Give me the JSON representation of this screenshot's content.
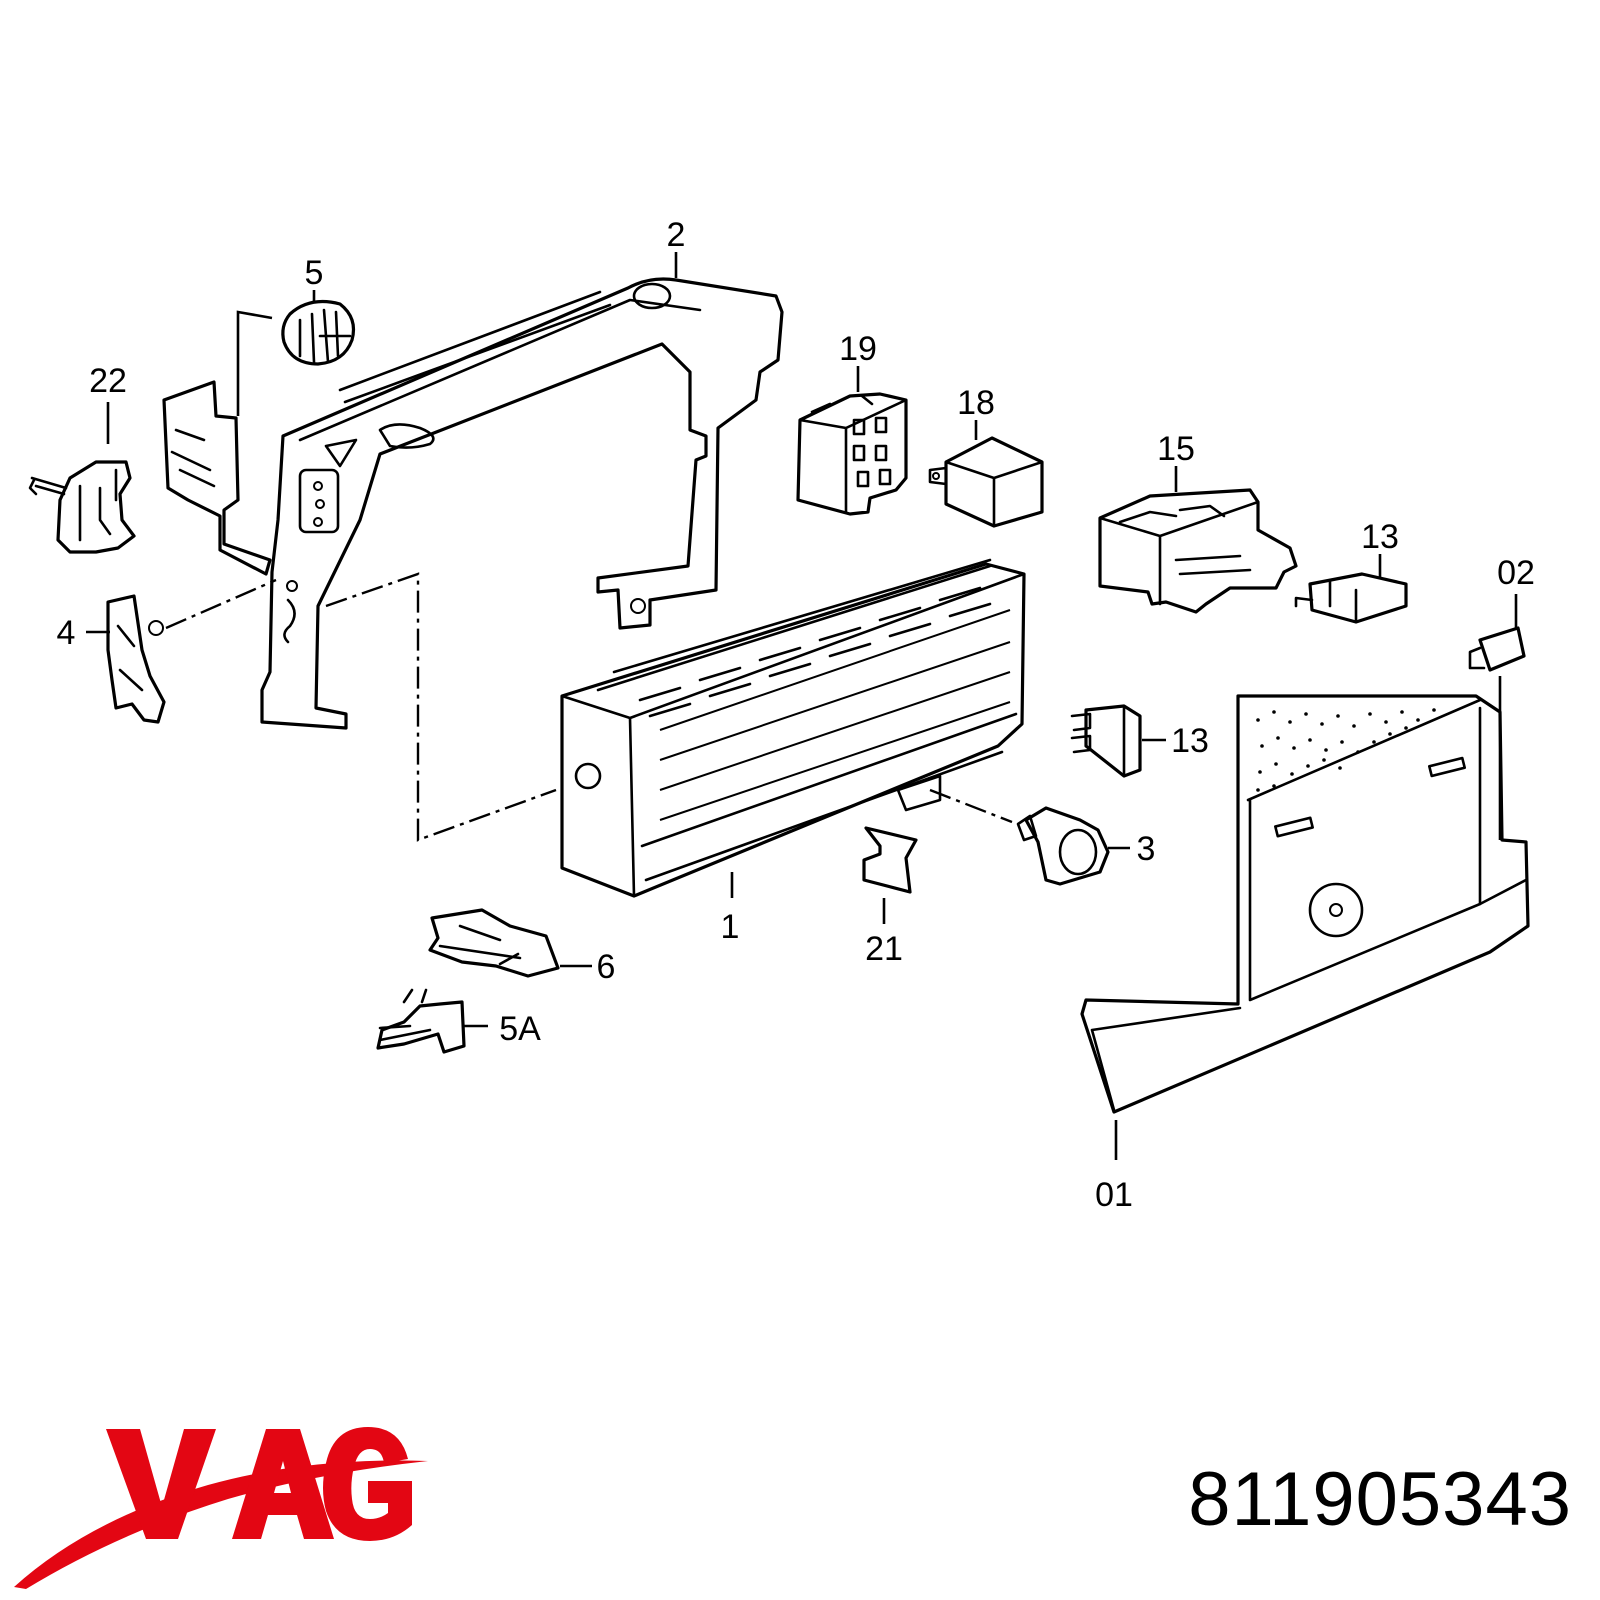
{
  "diagram": {
    "callouts": [
      {
        "id": "c1",
        "text": "1"
      },
      {
        "id": "c2",
        "text": "2"
      },
      {
        "id": "c3",
        "text": "3"
      },
      {
        "id": "c4",
        "text": "4"
      },
      {
        "id": "c5",
        "text": "5"
      },
      {
        "id": "c5a",
        "text": "5A"
      },
      {
        "id": "c6",
        "text": "6"
      },
      {
        "id": "c13a",
        "text": "13"
      },
      {
        "id": "c13b",
        "text": "13"
      },
      {
        "id": "c15",
        "text": "15"
      },
      {
        "id": "c18",
        "text": "18"
      },
      {
        "id": "c19",
        "text": "19"
      },
      {
        "id": "c21",
        "text": "21"
      },
      {
        "id": "c22",
        "text": "22"
      },
      {
        "id": "c01",
        "text": "01"
      },
      {
        "id": "c02",
        "text": "02"
      }
    ]
  },
  "brand": {
    "name": "VAG",
    "color": "#e30613"
  },
  "part_number": "811905343"
}
